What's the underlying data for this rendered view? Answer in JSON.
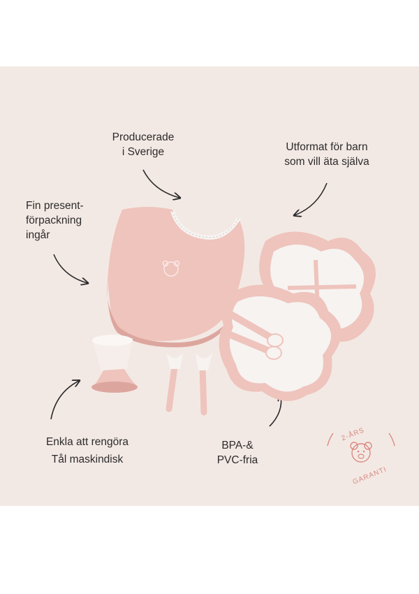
{
  "callouts": {
    "made_in": {
      "line1": "Producerade",
      "line2": "i Sverige"
    },
    "designed_for": {
      "line1": "Utformat för barn",
      "line2": "som vill äta själva"
    },
    "gift_pack": {
      "line1": "Fin present-",
      "line2": "förpackning",
      "line3": "ingår"
    },
    "easy_clean": {
      "line1": "Enkla att rengöra",
      "line2": "Tål maskindisk"
    },
    "bpa_free": {
      "line1": "BPA-&",
      "line2": "PVC-fria"
    }
  },
  "guarantee_badge": {
    "top_text": "2-ÅRS",
    "bottom_text": "GARANTI"
  },
  "colors": {
    "background": "#f3e9e4",
    "product_pink": "#ebbdb6",
    "product_white": "#f7f3f1",
    "badge": "#d98a80",
    "text": "#2b2b2b"
  },
  "icons": [
    "teddy-bear-icon",
    "curved-arrow-icon"
  ]
}
